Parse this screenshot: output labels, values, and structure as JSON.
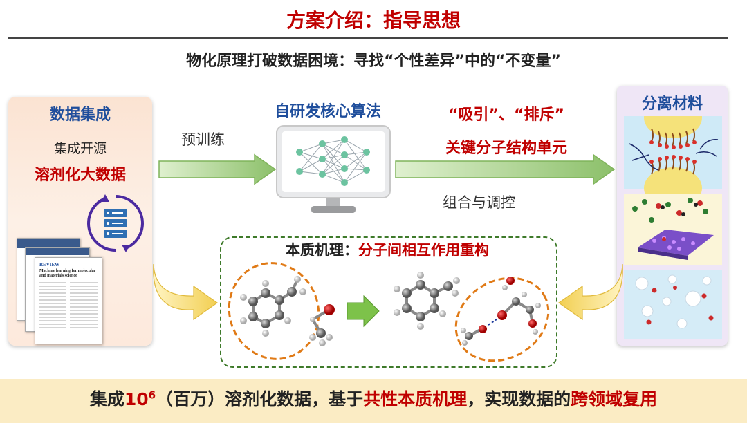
{
  "header": {
    "title": "方案介绍：指导思想",
    "subtitle": "物化原理打破数据困境：寻找“个性差异”中的“不变量”"
  },
  "left_panel": {
    "title": "数据集成",
    "line1": "集成开源",
    "line2": "溶剂化大数据",
    "paper_heading": "REVIEW",
    "paper_title": "Machine learning for molecular and materials science"
  },
  "flow": {
    "pretrain_label": "预训练",
    "algorithm_title": "自研发核心算法",
    "attract_repel": "“吸引”、“排斥”",
    "key_unit": "关键分子结构单元",
    "combine_label": "组合与调控"
  },
  "right_panel": {
    "title": "分离材料"
  },
  "mechanism": {
    "title_prefix": "本质机理：",
    "title_highlight": "分子间相互作用重构"
  },
  "banner": {
    "p1": "集成10",
    "p1_sup": "6",
    "p2": "（百万）溶剂化数据，基于",
    "p3": "共性本质机理",
    "p4": "，实现数据的",
    "p5": "跨领域复用"
  },
  "colors": {
    "accent_red": "#c00000",
    "accent_blue": "#1f4e9c",
    "arrow_green": "#8cc06a",
    "banner_bg": "#fbecc4",
    "dash_green": "#3e7a2a",
    "ellipse_orange": "#e07a16"
  }
}
